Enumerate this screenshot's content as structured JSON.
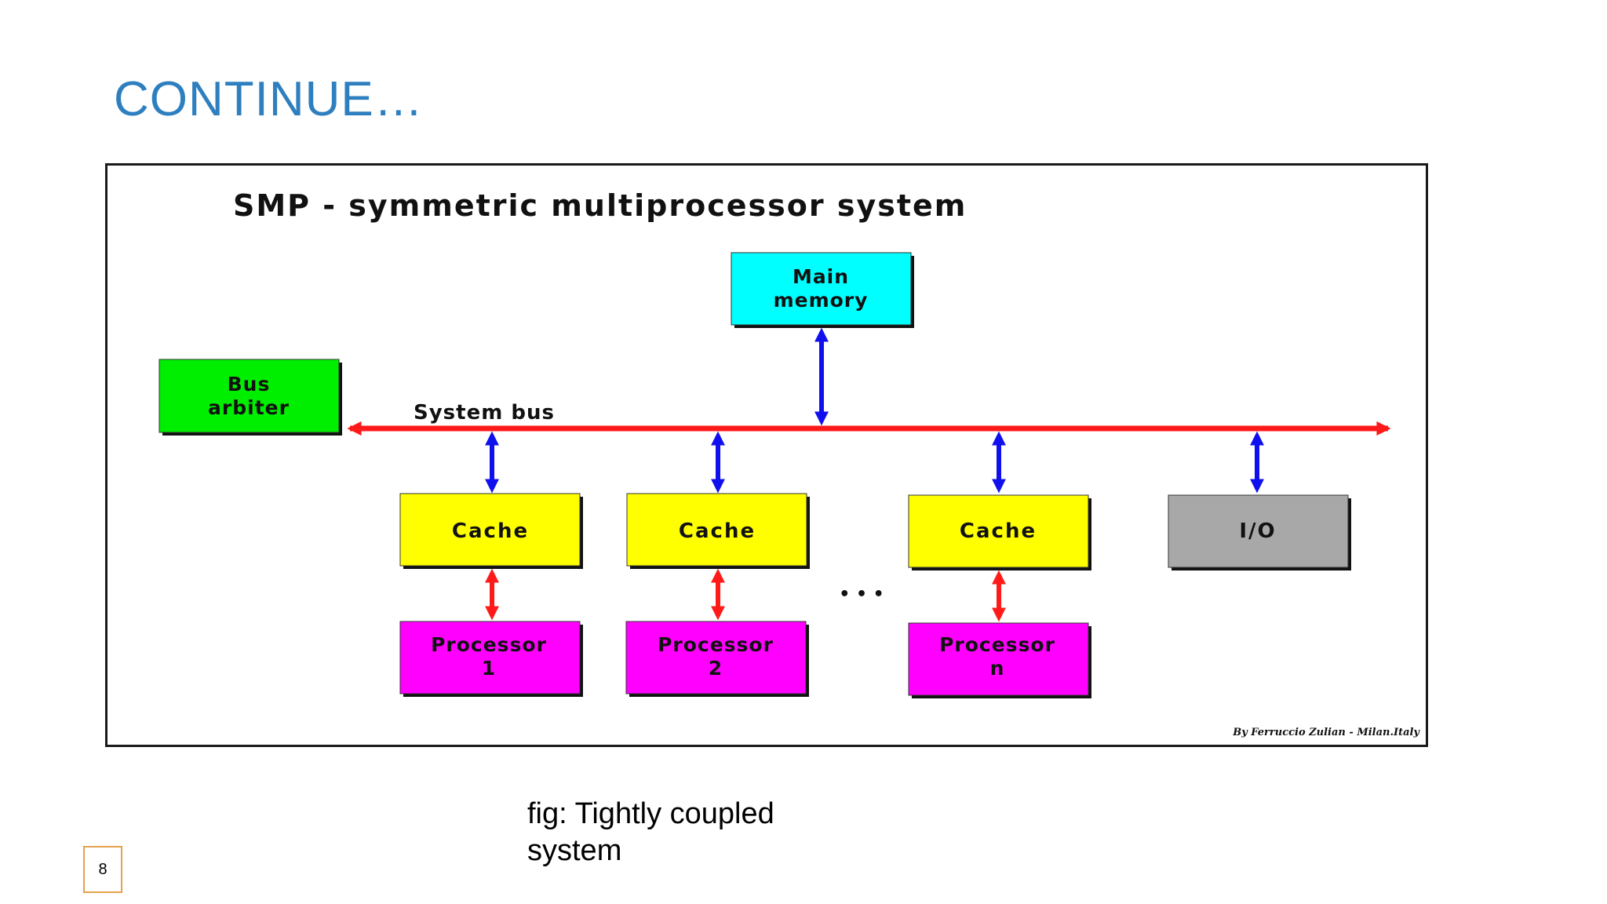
{
  "slide": {
    "title": "CONTINUE…",
    "caption": "fig: Tightly coupled system",
    "page_number": "8"
  },
  "colors": {
    "title": "#2e7fbf",
    "bus": "#ff1a1a",
    "bus_arrow": "#1010ee",
    "cache_link": "#ff1a1a",
    "main_memory": "#00ffff",
    "bus_arbiter": "#00ee00",
    "cache": "#ffff00",
    "processor": "#ff00ff",
    "io": "#a8a8a8",
    "page_box_border": "#e3a24a"
  },
  "diagram": {
    "title": "SMP - symmetric multiprocessor system",
    "system_bus_label": "System bus",
    "ellipsis": "• • •",
    "credit": "By Ferruccio Zulian - Milan.Italy",
    "main_memory": {
      "lines": [
        "Main",
        "memory"
      ]
    },
    "bus_arbiter": {
      "lines": [
        "Bus",
        "arbiter"
      ]
    },
    "units": [
      {
        "cache": "Cache",
        "processor": [
          "Processor",
          "1"
        ]
      },
      {
        "cache": "Cache",
        "processor": [
          "Processor",
          "2"
        ]
      },
      {
        "cache": "Cache",
        "processor": [
          "Processor",
          "n"
        ]
      }
    ],
    "io": {
      "label": "I/O"
    }
  }
}
